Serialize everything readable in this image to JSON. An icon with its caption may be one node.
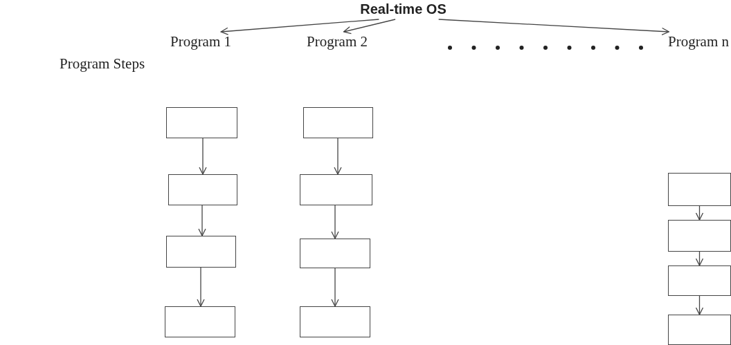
{
  "diagram": {
    "nodes": [
      {
        "text": [
          "Real-time OS"
        ]
      },
      {
        "text": [
          "Program 1"
        ]
      },
      {
        "text": [
          "Program 2"
        ]
      },
      {
        "text": [
          "Program n"
        ]
      },
      {
        "text": [],
        "shape": "box"
      },
      {
        "text": [],
        "shape": "box"
      },
      {
        "text": [],
        "shape": "box"
      },
      {
        "text": [],
        "shape": "box"
      },
      {
        "text": [],
        "shape": "box"
      },
      {
        "text": [],
        "shape": "box"
      },
      {
        "text": [],
        "shape": "box"
      },
      {
        "text": [],
        "shape": "box"
      },
      {
        "text": [],
        "shape": "box"
      },
      {
        "text": [],
        "shape": "box"
      },
      {
        "text": [],
        "shape": "box"
      },
      {
        "text": [],
        "shape": "box"
      }
    ],
    "edges": [
      {
        "from": 0,
        "to": 1,
        "arrow": "to"
      },
      {
        "from": 0,
        "to": 2,
        "arrow": "to"
      },
      {
        "from": 0,
        "to": 3,
        "arrow": "to"
      },
      {
        "from": 4,
        "to": 5,
        "arrow": "to"
      },
      {
        "from": 5,
        "to": 6,
        "arrow": "to"
      },
      {
        "from": 6,
        "to": 7,
        "arrow": "to"
      },
      {
        "from": 8,
        "to": 9,
        "arrow": "to"
      },
      {
        "from": 9,
        "to": 10,
        "arrow": "to"
      },
      {
        "from": 10,
        "to": 11,
        "arrow": "to"
      },
      {
        "from": 12,
        "to": 13,
        "arrow": "to"
      },
      {
        "from": 13,
        "to": 14,
        "arrow": "to"
      },
      {
        "from": 14,
        "to": 15,
        "arrow": "to"
      }
    ],
    "labels": [
      "Program Steps"
    ]
  }
}
